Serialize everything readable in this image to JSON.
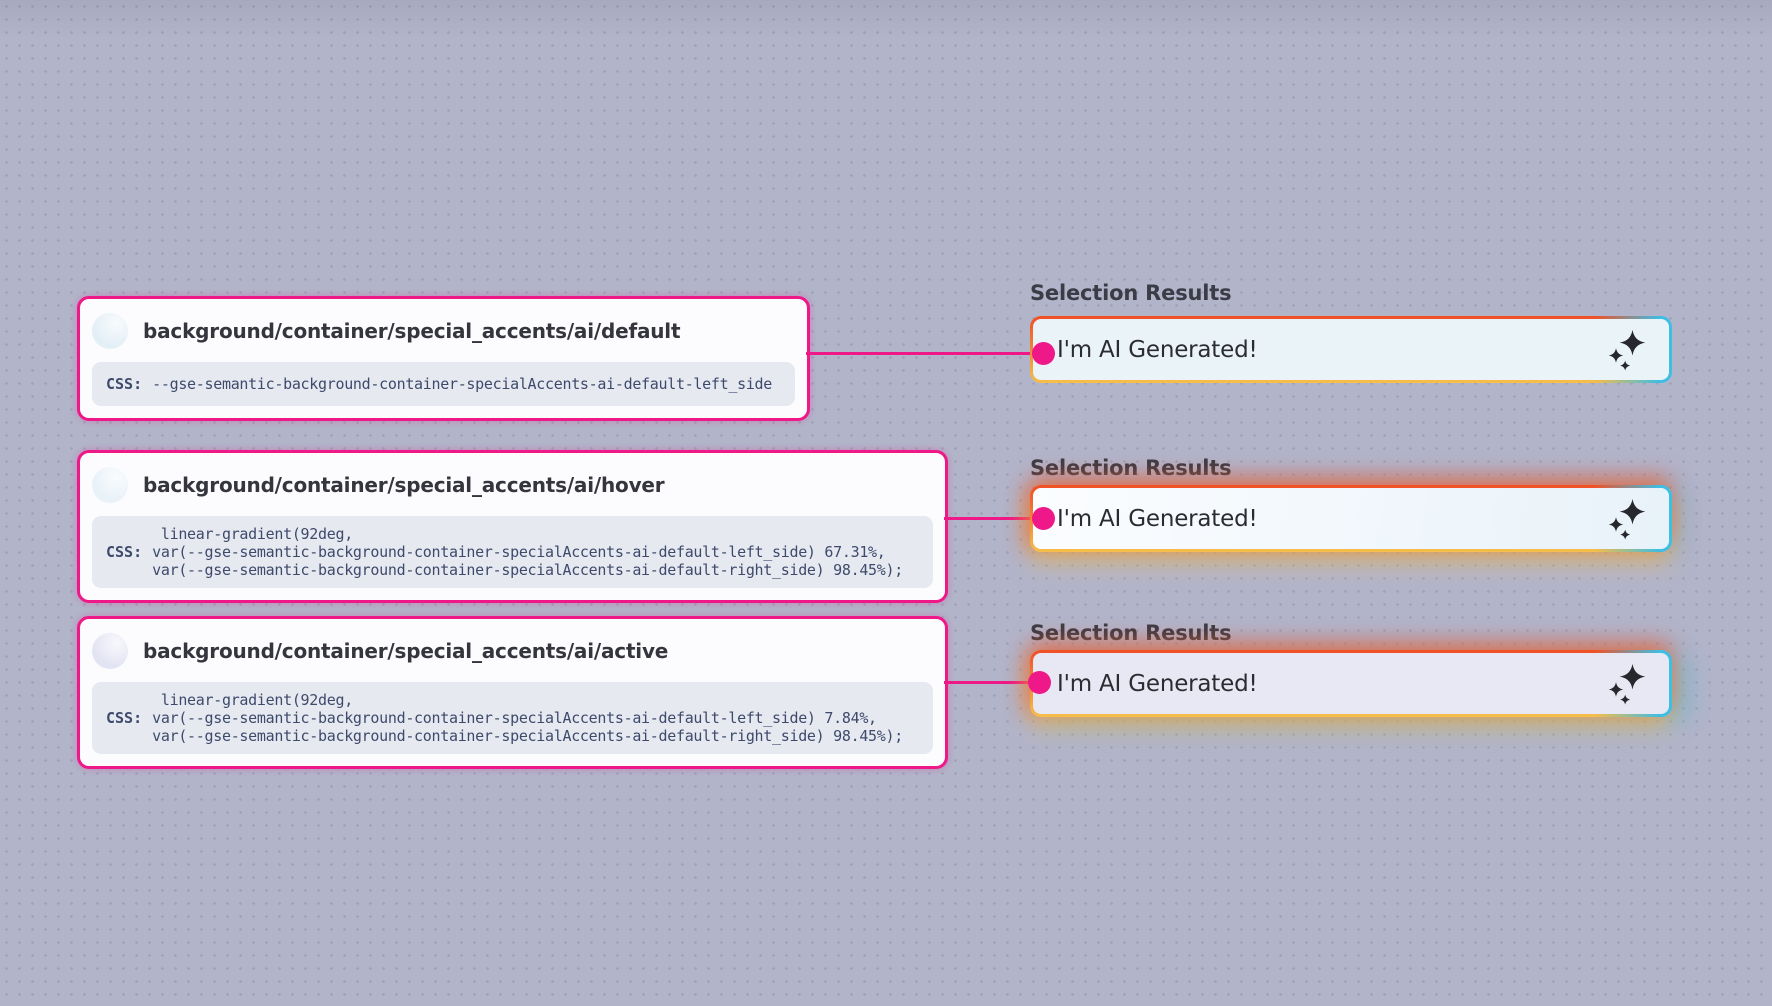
{
  "tokens": [
    {
      "title": "background/container/special_accents/ai/default",
      "css_label": "CSS:",
      "css_value_lines": [
        "--gse-semantic-background-container-specialAccents-ai-default-left_side"
      ],
      "swatch_color": "#e3eff6"
    },
    {
      "title": "background/container/special_accents/ai/hover",
      "css_label": "CSS:",
      "css_value_lines": [
        " linear-gradient(92deg,",
        "var(--gse-semantic-background-container-specialAccents-ai-default-left_side) 67.31%,",
        "var(--gse-semantic-background-container-specialAccents-ai-default-right_side) 98.45%);"
      ],
      "swatch_color": "#e9f2f9"
    },
    {
      "title": "background/container/special_accents/ai/active",
      "css_label": "CSS:",
      "css_value_lines": [
        " linear-gradient(92deg,",
        "var(--gse-semantic-background-container-specialAccents-ai-default-left_side) 7.84%,",
        "var(--gse-semantic-background-container-specialAccents-ai-default-right_side) 98.45%);"
      ],
      "swatch_color": "#e3e4f3"
    }
  ],
  "results": [
    {
      "heading": "Selection Results",
      "text": "I'm AI Generated!",
      "state": "default"
    },
    {
      "heading": "Selection Results",
      "text": "I'm AI Generated!",
      "state": "hover"
    },
    {
      "heading": "Selection Results",
      "text": "I'm AI Generated!",
      "state": "active"
    }
  ],
  "icons": {
    "sparkles": "sparkles-icon"
  },
  "colors": {
    "canvas_background": "#b2b4ca",
    "canvas_dots": "#a0a2ba",
    "annotation_pink": "#ee1889",
    "card_background": "#fcfcfe",
    "code_block_background": "#e7e9f1",
    "code_text": "#3d4a6b",
    "title_text": "#34353d",
    "heading_text": "#3b3c45",
    "ai_border_top": "#f04f27",
    "ai_border_bottom": "#f6bf4a",
    "ai_border_right": "#3ebee2",
    "ai_box_default_bg": "#e9f3f8",
    "ai_box_active_bg": "#e7e8f4",
    "ai_text": "#2b2c31",
    "sparkle_icon": "#27272e"
  }
}
